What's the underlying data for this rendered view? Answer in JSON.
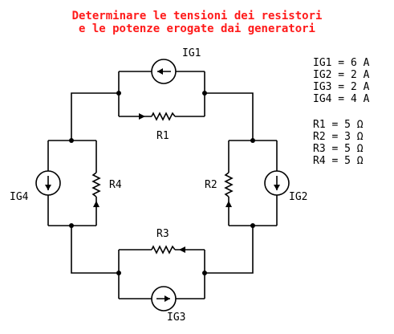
{
  "title": {
    "line1": "Determinare le tensioni dei resistori",
    "line2": "e le potenze erogate dai generatori",
    "color": "#ff1a1a"
  },
  "labels": {
    "IG1": "IG1",
    "IG2": "IG2",
    "IG3": "IG3",
    "IG4": "IG4",
    "R1": "R1",
    "R2": "R2",
    "R3": "R3",
    "R4": "R4"
  },
  "values": {
    "currents": [
      "IG1 = 6 A",
      "IG2 = 2 A",
      "IG3 = 2 A",
      "IG4 = 4 A"
    ],
    "resistances": [
      "R1 = 5 Ω",
      "R2 = 3 Ω",
      "R3 = 5 Ω",
      "R4 = 5 Ω"
    ]
  },
  "icons": {
    "current_source": "circle-with-arrow-icon",
    "resistor": "zigzag-resistor-icon",
    "direction_arrow": "filled-triangle-arrow-icon"
  }
}
